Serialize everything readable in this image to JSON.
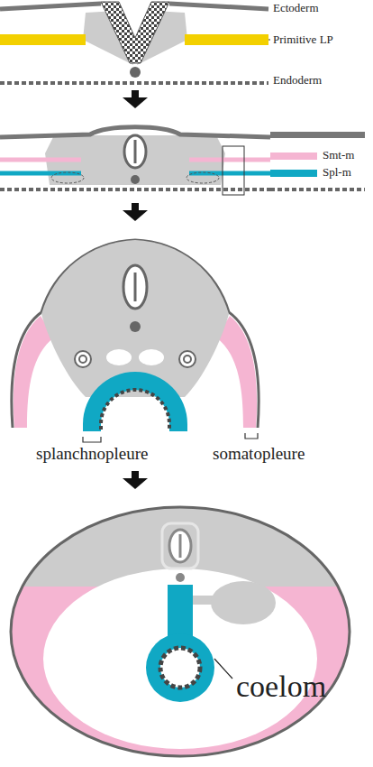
{
  "diagram": {
    "labels": [
      "Ectoderm",
      "Primitive LP",
      "Endoderm",
      "splanchnopleure",
      "somatopleure",
      "coelom"
    ],
    "legend": [
      {
        "text": "Smt-m",
        "color": "#f5b5d2"
      },
      {
        "text": "Spl-m",
        "color": "#10a8c4"
      }
    ]
  }
}
